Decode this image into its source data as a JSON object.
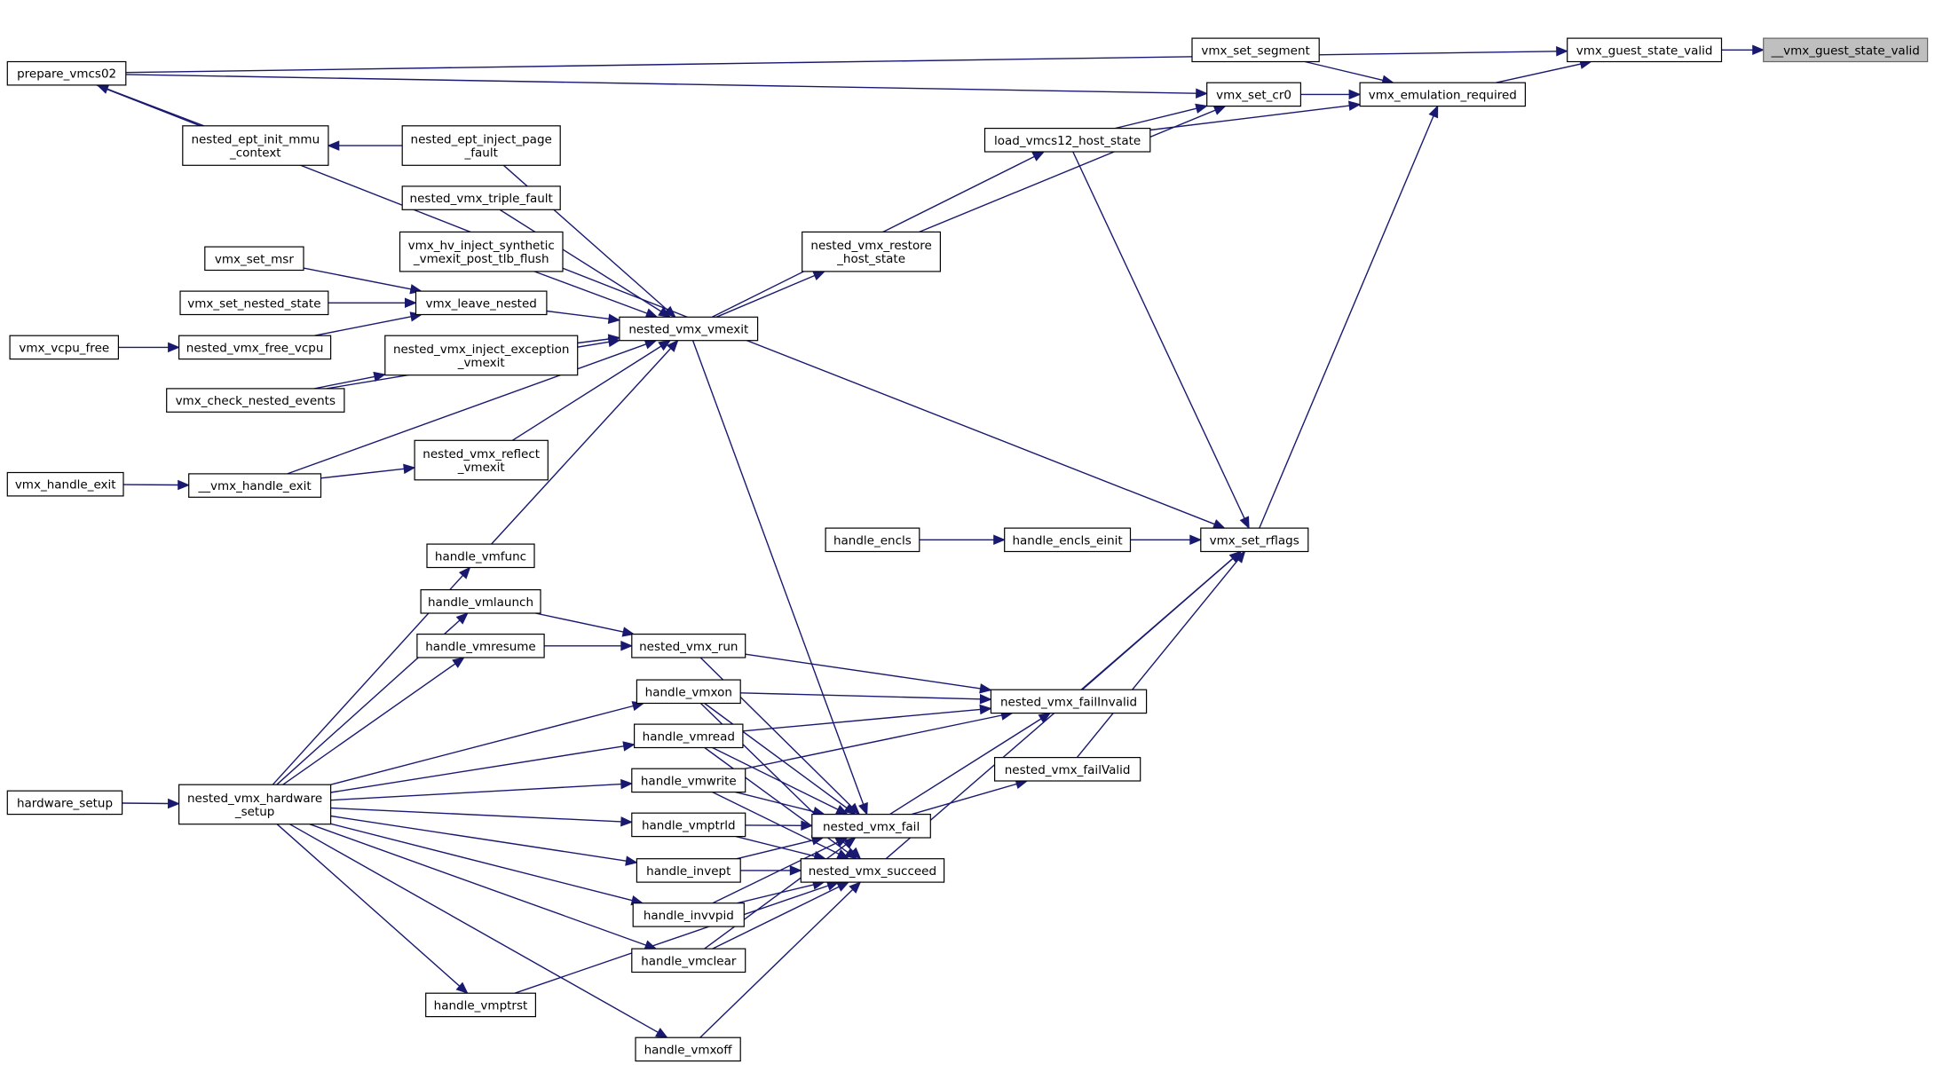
{
  "graph": {
    "edge_color": "#191970",
    "highlight_fill": "#bfbfbf",
    "nodes": [
      {
        "id": "guest_state_valid_inner",
        "label": [
          "__vmx_guest_state_valid"
        ],
        "highlight": true
      },
      {
        "id": "vmx_guest_state_valid",
        "label": [
          "vmx_guest_state_valid"
        ]
      },
      {
        "id": "prepare_vmcs02",
        "label": [
          "prepare_vmcs02"
        ]
      },
      {
        "id": "vmx_set_segment",
        "label": [
          "vmx_set_segment"
        ]
      },
      {
        "id": "vmx_emulation_required",
        "label": [
          "vmx_emulation_required"
        ]
      },
      {
        "id": "vmx_set_cr0",
        "label": [
          "vmx_set_cr0"
        ]
      },
      {
        "id": "load_vmcs12_host_state",
        "label": [
          "load_vmcs12_host_state"
        ]
      },
      {
        "id": "nested_ept_init_mmu_context",
        "label": [
          "nested_ept_init_mmu",
          "_context"
        ]
      },
      {
        "id": "nested_ept_inject_page_fault",
        "label": [
          "nested_ept_inject_page",
          "_fault"
        ]
      },
      {
        "id": "nested_vmx_triple_fault",
        "label": [
          "nested_vmx_triple_fault"
        ]
      },
      {
        "id": "vmx_hv_inject_synthetic",
        "label": [
          "vmx_hv_inject_synthetic",
          "_vmexit_post_tlb_flush"
        ]
      },
      {
        "id": "nested_vmx_restore_host_state",
        "label": [
          "nested_vmx_restore",
          "_host_state"
        ]
      },
      {
        "id": "vmx_set_msr",
        "label": [
          "vmx_set_msr"
        ]
      },
      {
        "id": "vmx_set_nested_state",
        "label": [
          "vmx_set_nested_state"
        ]
      },
      {
        "id": "vmx_leave_nested",
        "label": [
          "vmx_leave_nested"
        ]
      },
      {
        "id": "nested_vmx_vmexit",
        "label": [
          "nested_vmx_vmexit"
        ]
      },
      {
        "id": "vmx_vcpu_free",
        "label": [
          "vmx_vcpu_free"
        ]
      },
      {
        "id": "nested_vmx_free_vcpu",
        "label": [
          "nested_vmx_free_vcpu"
        ]
      },
      {
        "id": "nested_vmx_inject_exception_vmexit",
        "label": [
          "nested_vmx_inject_exception",
          "_vmexit"
        ]
      },
      {
        "id": "vmx_check_nested_events",
        "label": [
          "vmx_check_nested_events"
        ]
      },
      {
        "id": "nested_vmx_reflect_vmexit",
        "label": [
          "nested_vmx_reflect",
          "_vmexit"
        ]
      },
      {
        "id": "vmx_handle_exit",
        "label": [
          "vmx_handle_exit"
        ]
      },
      {
        "id": "__vmx_handle_exit",
        "label": [
          "__vmx_handle_exit"
        ]
      },
      {
        "id": "handle_encls",
        "label": [
          "handle_encls"
        ]
      },
      {
        "id": "handle_encls_einit",
        "label": [
          "handle_encls_einit"
        ]
      },
      {
        "id": "vmx_set_rflags",
        "label": [
          "vmx_set_rflags"
        ]
      },
      {
        "id": "handle_vmfunc",
        "label": [
          "handle_vmfunc"
        ]
      },
      {
        "id": "handle_vmlaunch",
        "label": [
          "handle_vmlaunch"
        ]
      },
      {
        "id": "handle_vmresume",
        "label": [
          "handle_vmresume"
        ]
      },
      {
        "id": "nested_vmx_run",
        "label": [
          "nested_vmx_run"
        ]
      },
      {
        "id": "handle_vmxon",
        "label": [
          "handle_vmxon"
        ]
      },
      {
        "id": "nested_vmx_failInvalid",
        "label": [
          "nested_vmx_failInvalid"
        ]
      },
      {
        "id": "handle_vmread",
        "label": [
          "handle_vmread"
        ]
      },
      {
        "id": "nested_vmx_failValid",
        "label": [
          "nested_vmx_failValid"
        ]
      },
      {
        "id": "handle_vmwrite",
        "label": [
          "handle_vmwrite"
        ]
      },
      {
        "id": "hardware_setup",
        "label": [
          "hardware_setup"
        ]
      },
      {
        "id": "nested_vmx_hardware_setup",
        "label": [
          "nested_vmx_hardware",
          "_setup"
        ]
      },
      {
        "id": "nested_vmx_fail",
        "label": [
          "nested_vmx_fail"
        ]
      },
      {
        "id": "handle_vmptrld",
        "label": [
          "handle_vmptrld"
        ]
      },
      {
        "id": "handle_invept",
        "label": [
          "handle_invept"
        ]
      },
      {
        "id": "nested_vmx_succeed",
        "label": [
          "nested_vmx_succeed"
        ]
      },
      {
        "id": "handle_invvpid",
        "label": [
          "handle_invvpid"
        ]
      },
      {
        "id": "handle_vmclear",
        "label": [
          "handle_vmclear"
        ]
      },
      {
        "id": "handle_vmptrst",
        "label": [
          "handle_vmptrst"
        ]
      },
      {
        "id": "handle_vmxoff",
        "label": [
          "handle_vmxoff"
        ]
      }
    ],
    "edges": [
      [
        "vmx_guest_state_valid",
        "guest_state_valid_inner"
      ],
      [
        "prepare_vmcs02",
        "vmx_guest_state_valid"
      ],
      [
        "vmx_emulation_required",
        "vmx_guest_state_valid"
      ],
      [
        "vmx_set_segment",
        "vmx_emulation_required"
      ],
      [
        "vmx_set_cr0",
        "vmx_emulation_required"
      ],
      [
        "load_vmcs12_host_state",
        "vmx_emulation_required"
      ],
      [
        "vmx_set_rflags",
        "vmx_emulation_required"
      ],
      [
        "prepare_vmcs02",
        "vmx_set_cr0"
      ],
      [
        "load_vmcs12_host_state",
        "vmx_set_cr0"
      ],
      [
        "nested_vmx_restore_host_state",
        "vmx_set_cr0"
      ],
      [
        "nested_vmx_vmexit",
        "load_vmcs12_host_state"
      ],
      [
        "prepare_vmcs02",
        "vmx_set_rflags"
      ],
      [
        "load_vmcs12_host_state",
        "vmx_set_rflags"
      ],
      [
        "nested_ept_init_mmu_context",
        "prepare_vmcs02"
      ],
      [
        "nested_ept_inject_page_fault",
        "nested_ept_init_mmu_context"
      ],
      [
        "nested_ept_inject_page_fault",
        "nested_vmx_vmexit"
      ],
      [
        "nested_vmx_triple_fault",
        "nested_vmx_vmexit"
      ],
      [
        "vmx_hv_inject_synthetic",
        "nested_vmx_vmexit"
      ],
      [
        "vmx_leave_nested",
        "nested_vmx_vmexit"
      ],
      [
        "nested_vmx_inject_exception_vmexit",
        "nested_vmx_vmexit"
      ],
      [
        "vmx_check_nested_events",
        "nested_vmx_vmexit"
      ],
      [
        "nested_vmx_reflect_vmexit",
        "nested_vmx_vmexit"
      ],
      [
        "__vmx_handle_exit",
        "nested_vmx_vmexit"
      ],
      [
        "handle_vmfunc",
        "nested_vmx_vmexit"
      ],
      [
        "nested_vmx_vmexit",
        "nested_vmx_restore_host_state"
      ],
      [
        "vmx_set_msr",
        "vmx_leave_nested"
      ],
      [
        "vmx_set_nested_state",
        "vmx_leave_nested"
      ],
      [
        "nested_vmx_free_vcpu",
        "vmx_leave_nested"
      ],
      [
        "vmx_vcpu_free",
        "nested_vmx_free_vcpu"
      ],
      [
        "vmx_check_nested_events",
        "nested_vmx_inject_exception_vmexit"
      ],
      [
        "__vmx_handle_exit",
        "nested_vmx_reflect_vmexit"
      ],
      [
        "vmx_handle_exit",
        "__vmx_handle_exit"
      ],
      [
        "handle_encls",
        "handle_encls_einit"
      ],
      [
        "handle_encls_einit",
        "vmx_set_rflags"
      ],
      [
        "nested_vmx_failInvalid",
        "vmx_set_rflags"
      ],
      [
        "nested_vmx_failValid",
        "vmx_set_rflags"
      ],
      [
        "nested_vmx_succeed",
        "vmx_set_rflags"
      ],
      [
        "nested_vmx_vmexit",
        "nested_vmx_fail"
      ],
      [
        "nested_vmx_hardware_setup",
        "handle_vmfunc"
      ],
      [
        "nested_vmx_hardware_setup",
        "handle_vmlaunch"
      ],
      [
        "nested_vmx_hardware_setup",
        "handle_vmresume"
      ],
      [
        "nested_vmx_hardware_setup",
        "handle_vmxon"
      ],
      [
        "nested_vmx_hardware_setup",
        "handle_vmread"
      ],
      [
        "nested_vmx_hardware_setup",
        "handle_vmwrite"
      ],
      [
        "nested_vmx_hardware_setup",
        "handle_vmptrld"
      ],
      [
        "nested_vmx_hardware_setup",
        "handle_invept"
      ],
      [
        "nested_vmx_hardware_setup",
        "handle_invvpid"
      ],
      [
        "nested_vmx_hardware_setup",
        "handle_vmclear"
      ],
      [
        "nested_vmx_hardware_setup",
        "handle_vmptrst"
      ],
      [
        "nested_vmx_hardware_setup",
        "handle_vmxoff"
      ],
      [
        "hardware_setup",
        "nested_vmx_hardware_setup"
      ],
      [
        "handle_vmlaunch",
        "nested_vmx_run"
      ],
      [
        "handle_vmresume",
        "nested_vmx_run"
      ],
      [
        "nested_vmx_run",
        "nested_vmx_failInvalid"
      ],
      [
        "nested_vmx_run",
        "nested_vmx_fail"
      ],
      [
        "handle_vmxon",
        "nested_vmx_failInvalid"
      ],
      [
        "handle_vmread",
        "nested_vmx_failInvalid"
      ],
      [
        "handle_vmwrite",
        "nested_vmx_failInvalid"
      ],
      [
        "nested_vmx_fail",
        "nested_vmx_failInvalid"
      ],
      [
        "nested_vmx_fail",
        "nested_vmx_failValid"
      ],
      [
        "handle_vmxon",
        "nested_vmx_fail"
      ],
      [
        "handle_vmread",
        "nested_vmx_fail"
      ],
      [
        "handle_vmwrite",
        "nested_vmx_fail"
      ],
      [
        "handle_vmptrld",
        "nested_vmx_fail"
      ],
      [
        "handle_invept",
        "nested_vmx_fail"
      ],
      [
        "handle_invvpid",
        "nested_vmx_fail"
      ],
      [
        "handle_vmclear",
        "nested_vmx_fail"
      ],
      [
        "handle_vmxon",
        "nested_vmx_succeed"
      ],
      [
        "handle_vmread",
        "nested_vmx_succeed"
      ],
      [
        "handle_vmwrite",
        "nested_vmx_succeed"
      ],
      [
        "handle_vmptrld",
        "nested_vmx_succeed"
      ],
      [
        "handle_invept",
        "nested_vmx_succeed"
      ],
      [
        "handle_invvpid",
        "nested_vmx_succeed"
      ],
      [
        "handle_vmclear",
        "nested_vmx_succeed"
      ],
      [
        "handle_vmptrst",
        "nested_vmx_succeed"
      ],
      [
        "handle_vmxoff",
        "nested_vmx_succeed"
      ]
    ]
  }
}
